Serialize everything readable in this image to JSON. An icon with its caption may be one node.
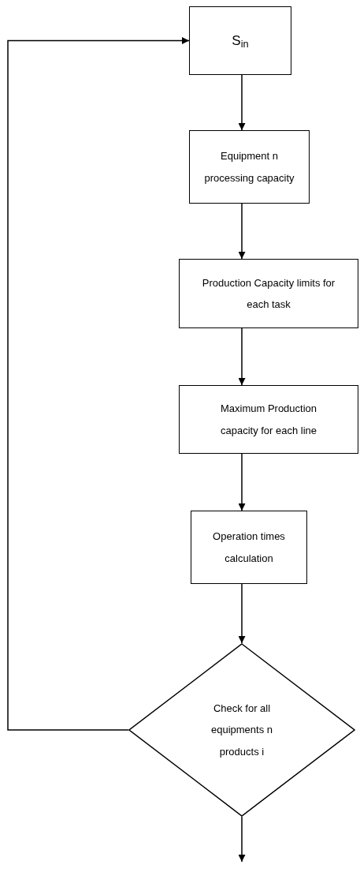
{
  "diagram": {
    "nodes": [
      {
        "text": [
          "S$_{in}$"
        ]
      },
      {
        "text": [
          "Equipment n processing capacity"
        ]
      },
      {
        "text": [
          "Production Capacity limits for each task"
        ]
      },
      {
        "text": [
          "Maximum Production capacity for each line"
        ]
      },
      {
        "text": [
          "Operation times calculation"
        ]
      },
      {
        "text": [
          "Check for all equipments n products i"
        ]
      }
    ],
    "edges": [
      {
        "from": 0,
        "to": 1,
        "arrow": "to"
      },
      {
        "from": 1,
        "to": 2,
        "arrow": "to"
      },
      {
        "from": 2,
        "to": 3,
        "arrow": "to"
      },
      {
        "from": 3,
        "to": 4,
        "arrow": "to"
      },
      {
        "from": 4,
        "to": 5,
        "arrow": "to"
      },
      {
        "from": 5,
        "to": 0,
        "arrow": "to"
      },
      {
        "from": 5,
        "to": null,
        "arrow": "to"
      }
    ]
  }
}
